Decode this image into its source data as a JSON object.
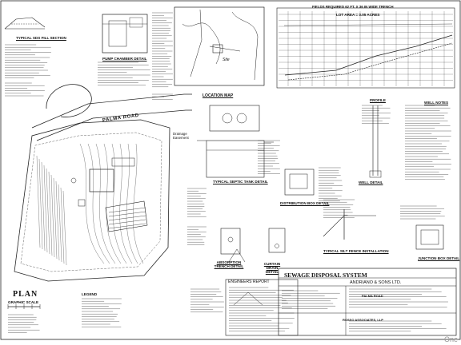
{
  "sheet": {
    "title": "SEWAGE DISPOSAL SYSTEM",
    "firm": "ANDRIANO & SONS LTD.",
    "road": "PALMA ROAD",
    "engineers_report": "ENGINEERS REPORT",
    "associates": "ROSSO ASSOCIATES, LLP",
    "watermark": "One"
  },
  "details": {
    "typical_fill": "TYPICAL SDS FILL SECTION",
    "pump_chamber": "PUMP CHAMBER DETAIL",
    "profile_header": "FIELDS REQUIRED 62 FT. X 36 IN WIDE TRENCH",
    "lot_area": "LOT AREA = 3.05 ACRES",
    "location_map": "LOCATION MAP",
    "site": "Site",
    "profile": "PROFILE",
    "well_notes": "WELL NOTES",
    "drainage": "Drainage Easement",
    "septic_tank": "TYPICAL SEPTIC TANK DETAIL",
    "distribution_box": "DISTRIBUTION BOX DETAIL",
    "well_detail": "WELL DETAIL",
    "silt_fence": "TYPICAL SILT FENCE INSTALLATION",
    "junction_box": "JUNCTION BOX DETAIL",
    "absorption_trench": "ABSORPTION TRENCH DETAIL",
    "curtain_drain": "CURTAIN DRAIN DETAIL",
    "plan": "PLAN",
    "graphic_scale": "GRAPHIC SCALE",
    "legend": "LEGEND"
  }
}
